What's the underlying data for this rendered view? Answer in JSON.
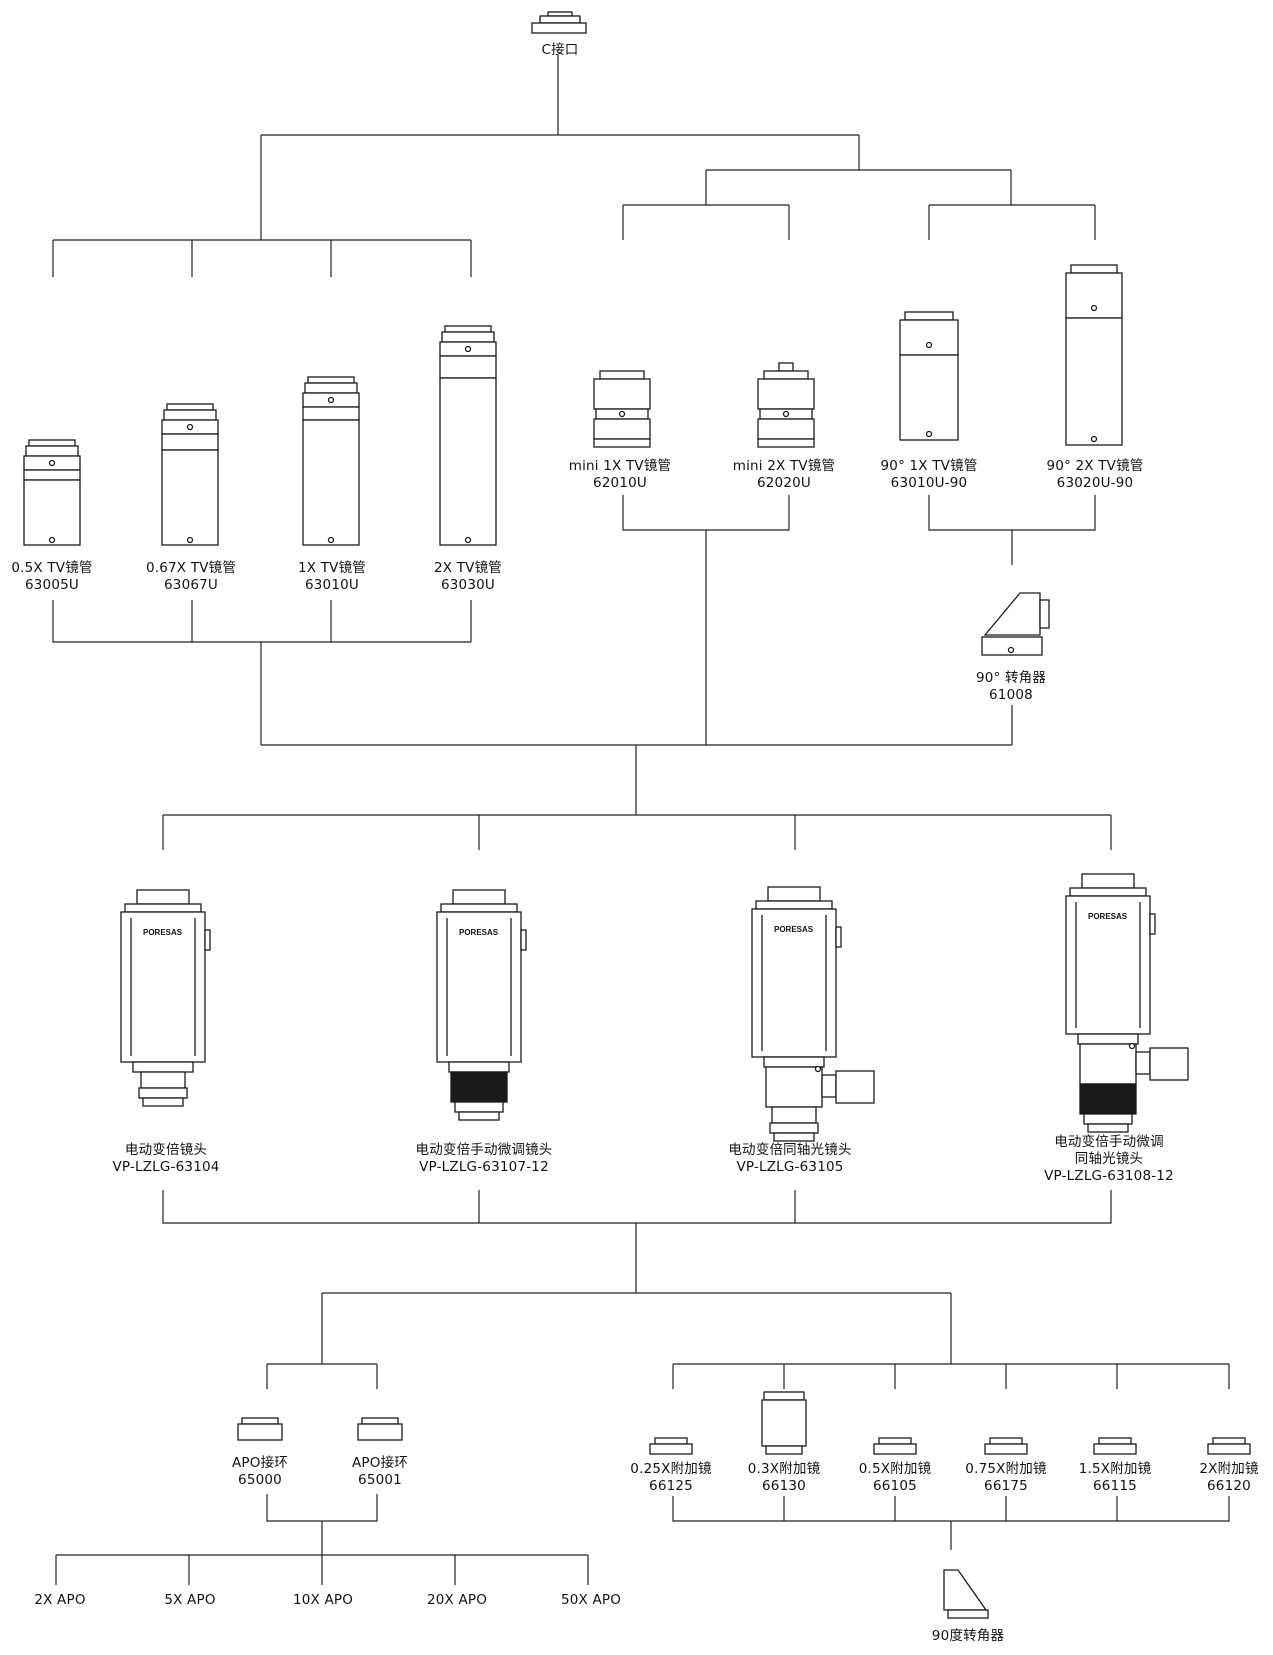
{
  "c_mount": {
    "name": "C接口"
  },
  "tv_tubes": [
    {
      "name": "0.5X TV镜管",
      "code": "63005U"
    },
    {
      "name": "0.67X TV镜管",
      "code": "63067U"
    },
    {
      "name": "1X TV镜管",
      "code": "63010U"
    },
    {
      "name": "2X TV镜管",
      "code": "63030U"
    }
  ],
  "mini_tubes": [
    {
      "name": "mini 1X TV镜管",
      "code": "62010U"
    },
    {
      "name": "mini 2X TV镜管",
      "code": "62020U"
    }
  ],
  "angle_tubes": [
    {
      "name": "90° 1X TV镜管",
      "code": "63010U-90"
    },
    {
      "name": "90° 2X TV镜管",
      "code": "63020U-90"
    }
  ],
  "turner_61008": {
    "name": "90° 转角器",
    "code": "61008"
  },
  "zoom_lenses": [
    {
      "lines": [
        "电动变倍镜头",
        "VP-LZLG-63104"
      ]
    },
    {
      "lines": [
        "电动变倍手动微调镜头",
        "VP-LZLG-63107-12"
      ]
    },
    {
      "lines": [
        "电动变倍同轴光镜头",
        "VP-LZLG-63105"
      ]
    },
    {
      "lines": [
        "电动变倍手动微调",
        "同轴光镜头",
        "VP-LZLG-63108-12"
      ]
    }
  ],
  "apo_rings": [
    {
      "name": "APO接环",
      "code": "65000"
    },
    {
      "name": "APO接环",
      "code": "65001"
    }
  ],
  "apo_objectives": [
    "2X APO",
    "5X APO",
    "10X APO",
    "20X APO",
    "50X APO"
  ],
  "aux_lenses": [
    {
      "name": "0.25X附加镜",
      "code": "66125"
    },
    {
      "name": "0.3X附加镜",
      "code": "66130"
    },
    {
      "name": "0.5X附加镜",
      "code": "66105"
    },
    {
      "name": "0.75X附加镜",
      "code": "66175"
    },
    {
      "name": "1.5X附加镜",
      "code": "66115"
    },
    {
      "name": "2X附加镜",
      "code": "66120"
    }
  ],
  "turner_90": {
    "name": "90度转角器"
  },
  "lens_brand": "PORESAS"
}
